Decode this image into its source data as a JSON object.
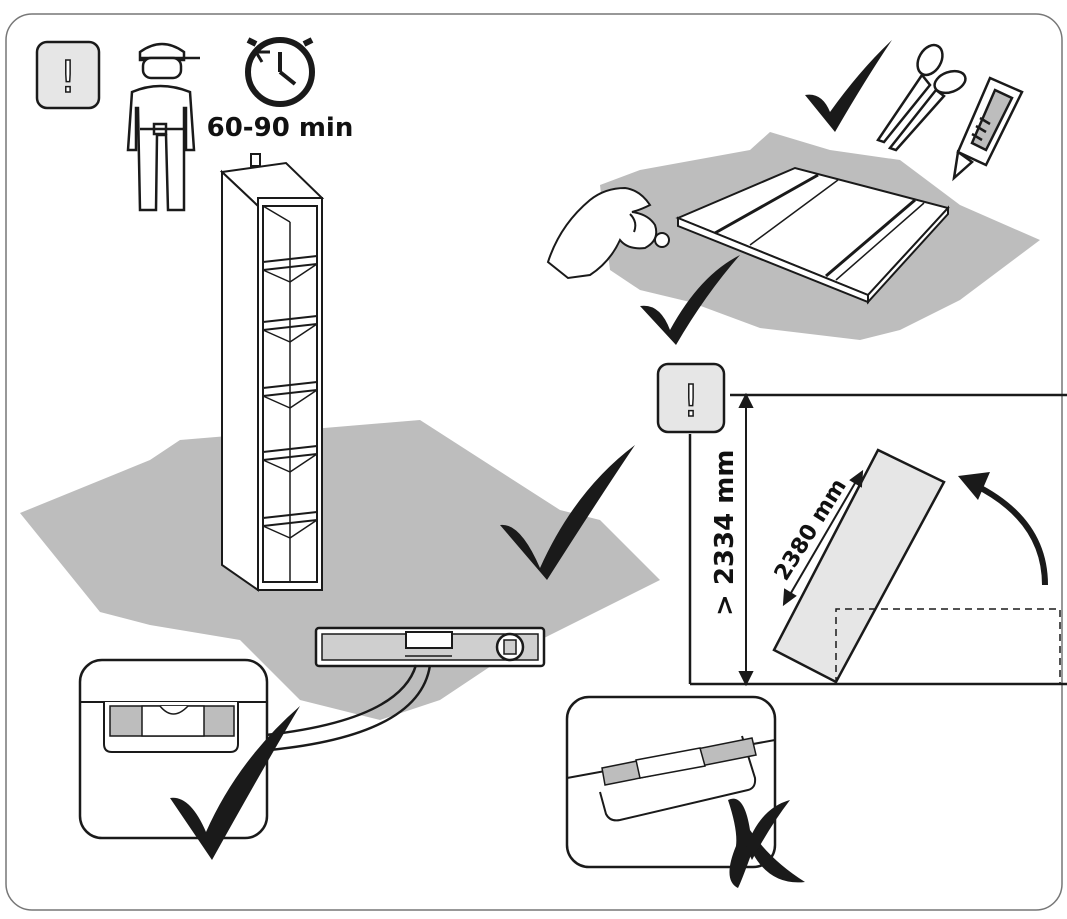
{
  "instruction_page": {
    "duration_label": "60-90 min",
    "warning_symbol": "!",
    "ceiling_height_label": "> 2334 mm",
    "diagonal_label": "2380 mm",
    "icons": [
      "warning-icon",
      "person-icon",
      "clock-icon",
      "scissors-icon",
      "utility-knife-icon",
      "checkmark-icon",
      "cross-icon",
      "spirit-level-icon"
    ],
    "colors": {
      "floor_mat": "#bdbdbd",
      "outline": "#1a1a1a",
      "warning_box": "#e6e6e6"
    }
  }
}
